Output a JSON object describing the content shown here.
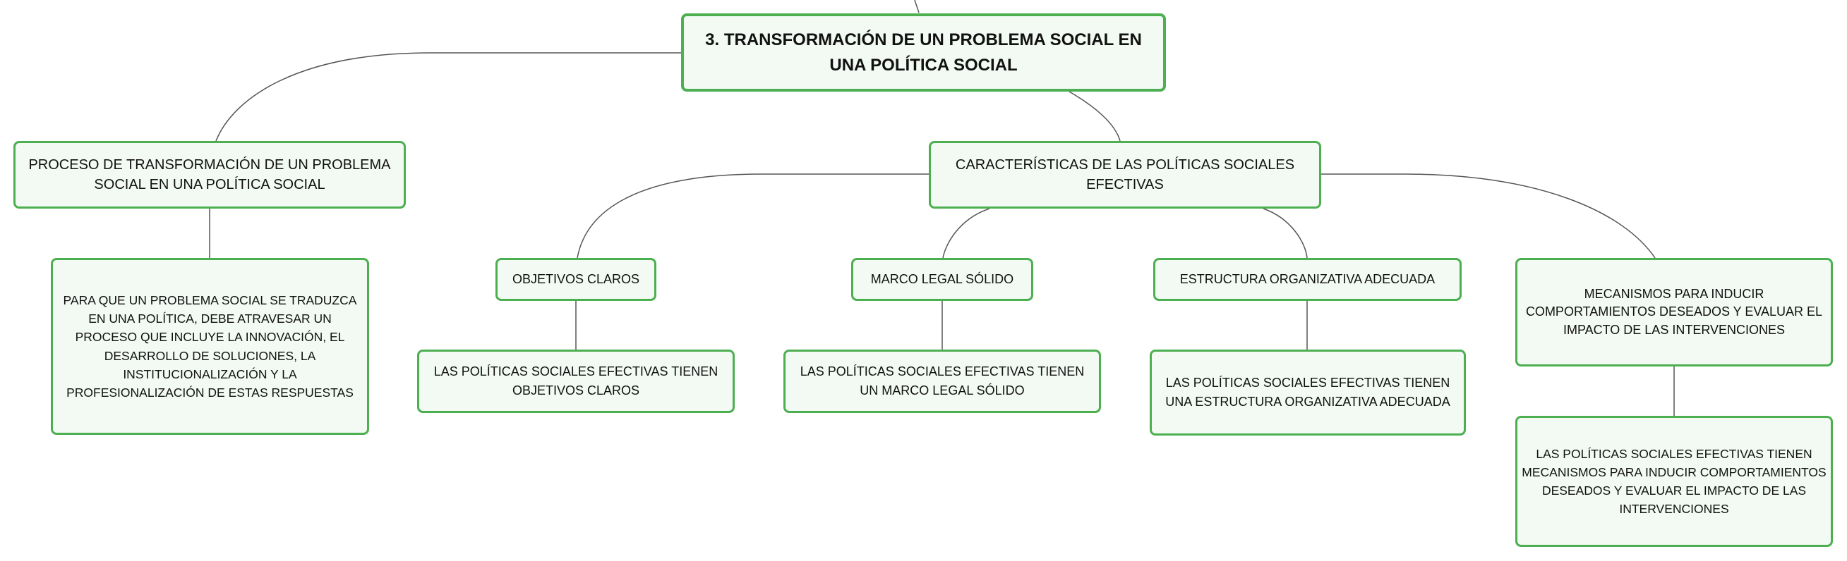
{
  "map": {
    "root": {
      "label": "3. TRANSFORMACIÓN DE UN PROBLEMA SOCIAL EN UNA POLÍTICA SOCIAL"
    },
    "process": {
      "label": "PROCESO DE TRANSFORMACIÓN DE UN PROBLEMA SOCIAL EN UNA POLÍTICA SOCIAL",
      "detail": "PARA QUE UN PROBLEMA SOCIAL SE TRADUZCA EN UNA POLÍTICA, DEBE ATRAVESAR UN PROCESO QUE INCLUYE LA INNOVACIÓN, EL DESARROLLO DE SOLUCIONES, LA INSTITUCIONALIZACIÓN Y LA PROFESIONALIZACIÓN DE ESTAS RESPUESTAS"
    },
    "characteristics": {
      "label": "CARACTERÍSTICAS DE LAS POLÍTICAS SOCIALES EFECTIVAS",
      "items": [
        {
          "label": "OBJETIVOS CLAROS",
          "detail": "LAS POLÍTICAS SOCIALES EFECTIVAS TIENEN OBJETIVOS CLAROS"
        },
        {
          "label": "MARCO LEGAL SÓLIDO",
          "detail": "LAS POLÍTICAS SOCIALES EFECTIVAS TIENEN UN MARCO LEGAL SÓLIDO"
        },
        {
          "label": "ESTRUCTURA ORGANIZATIVA ADECUADA",
          "detail": "LAS POLÍTICAS SOCIALES EFECTIVAS TIENEN UNA ESTRUCTURA ORGANIZATIVA ADECUADA"
        },
        {
          "label": "MECANISMOS PARA INDUCIR COMPORTAMIENTOS DESEADOS Y EVALUAR EL IMPACTO DE LAS INTERVENCIONES",
          "detail": "LAS POLÍTICAS SOCIALES EFECTIVAS TIENEN MECANISMOS PARA INDUCIR COMPORTAMIENTOS DESEADOS Y EVALUAR EL IMPACTO DE LAS INTERVENCIONES"
        }
      ]
    }
  },
  "colors": {
    "border": "#4caf50",
    "fill": "#f2faf3",
    "link": "#555555"
  }
}
